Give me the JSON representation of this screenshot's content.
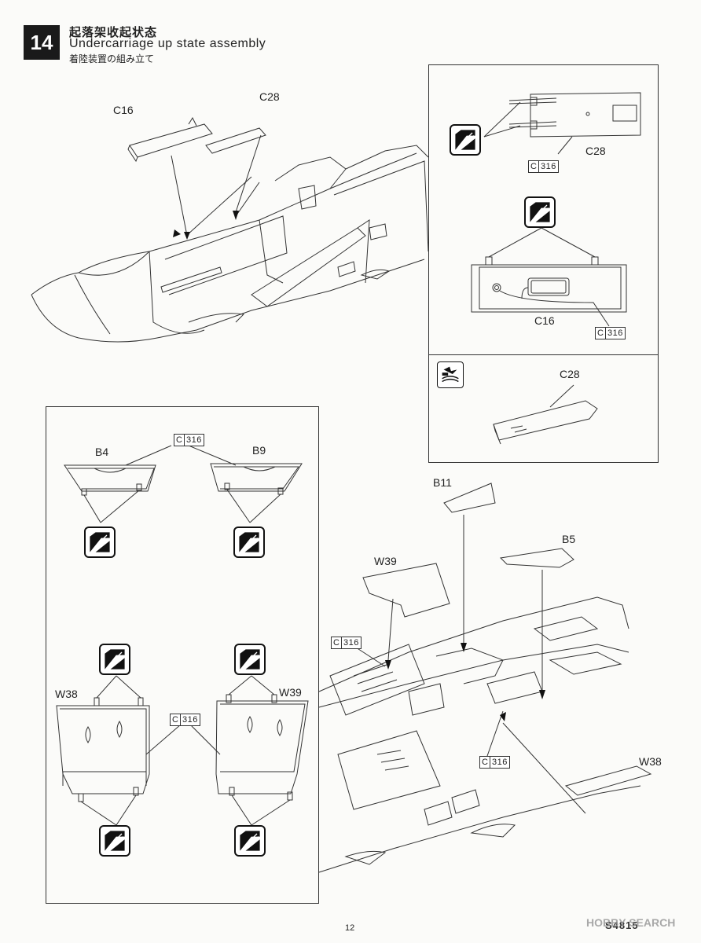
{
  "step": {
    "number": "14",
    "title_cn": "起落架收起状态",
    "title_en": "Undercarriage up state assembly",
    "title_jp": "着陸装置の組み立て"
  },
  "parts": {
    "c16": "C16",
    "c28": "C28",
    "b4": "B4",
    "b9": "B9",
    "b11": "B11",
    "b5": "B5",
    "w38": "W38",
    "w39": "W39"
  },
  "color_ref": {
    "prefix": "C",
    "code": "316"
  },
  "icons": {
    "glue": "cement-glue-icon",
    "decal": "decal-application-icon"
  },
  "footer": {
    "page": "12",
    "model_code": "S4815",
    "watermark": "HOBBY SEARCH"
  }
}
